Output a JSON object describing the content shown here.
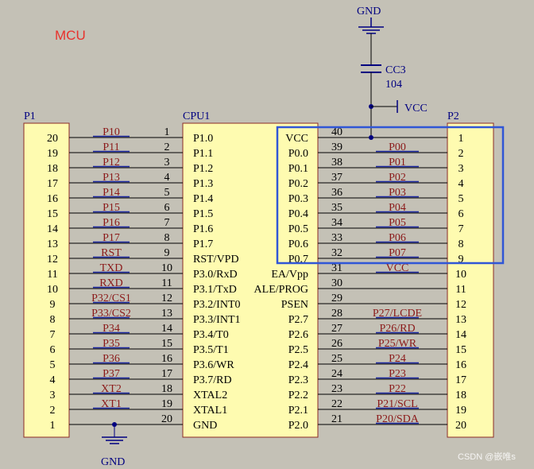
{
  "title": "MCU",
  "colors": {
    "background": "#c4c1b6",
    "component_fill": "#fefbb0",
    "component_border": "#8b2a26",
    "wire": "#000000",
    "net_label": "#8b1a1a",
    "net_underline": "#1b27a0",
    "pin_number": "#000000",
    "power": "#000080",
    "highlight": "#3056d6",
    "title": "#e8312c"
  },
  "components": {
    "p1": {
      "designator": "P1",
      "pins": [
        "20",
        "19",
        "18",
        "17",
        "16",
        "15",
        "14",
        "13",
        "12",
        "11",
        "10",
        "9",
        "8",
        "7",
        "6",
        "5",
        "4",
        "3",
        "2",
        "1"
      ]
    },
    "cpu": {
      "designator": "CPU1",
      "left_pin_names": [
        "P1.0",
        "P1.1",
        "P1.2",
        "P1.3",
        "P1.4",
        "P1.5",
        "P1.6",
        "P1.7",
        "RST/VPD",
        "P3.0/RxD",
        "P3.1/TxD",
        "P3.2/INT0",
        "P3.3/INT1",
        "P3.4/T0",
        "P3.5/T1",
        "P3.6/WR",
        "P3.7/RD",
        "XTAL2",
        "XTAL1",
        "GND"
      ],
      "right_pin_names": [
        "VCC",
        "P0.0",
        "P0.1",
        "P0.2",
        "P0.3",
        "P0.4",
        "P0.5",
        "P0.6",
        "P0.7",
        "EA/Vpp",
        "ALE/PROG",
        "PSEN",
        "P2.7",
        "P2.6",
        "P2.5",
        "P2.4",
        "P2.3",
        "P2.2",
        "P2.1",
        "P2.0"
      ],
      "left_pin_numbers": [
        "1",
        "2",
        "3",
        "4",
        "5",
        "6",
        "7",
        "8",
        "9",
        "10",
        "11",
        "12",
        "13",
        "14",
        "15",
        "16",
        "17",
        "18",
        "19",
        "20"
      ],
      "right_pin_numbers": [
        "40",
        "39",
        "38",
        "37",
        "36",
        "35",
        "34",
        "33",
        "32",
        "31",
        "30",
        "29",
        "28",
        "27",
        "26",
        "25",
        "24",
        "23",
        "22",
        "21"
      ]
    },
    "p2": {
      "designator": "P2",
      "pins": [
        "1",
        "2",
        "3",
        "4",
        "5",
        "6",
        "7",
        "8",
        "9",
        "10",
        "11",
        "12",
        "13",
        "14",
        "15",
        "16",
        "17",
        "18",
        "19",
        "20"
      ]
    },
    "capacitor": {
      "designator": "CC3",
      "value": "104"
    }
  },
  "left_nets": [
    "P10",
    "P11",
    "P12",
    "P13",
    "P14",
    "P15",
    "P16",
    "P17",
    "RST",
    "TXD",
    "RXD",
    "P32/CS1",
    "P33/CS2",
    "P34",
    "P35",
    "P36",
    "P37",
    "XT2",
    "XT1",
    ""
  ],
  "right_nets": [
    "",
    "P00",
    "P01",
    "P02",
    "P03",
    "P04",
    "P05",
    "P06",
    "P07",
    "VCC",
    "",
    "",
    "P27/LCDE",
    "P26/RD",
    "P25/WR",
    "P24",
    "P23",
    "P22",
    "P21/SCL",
    "P20/SDA"
  ],
  "power": {
    "gnd_top": "GND",
    "vcc_top": "VCC",
    "gnd_bottom": "GND"
  },
  "watermark": "CSDN @嵌唯s"
}
